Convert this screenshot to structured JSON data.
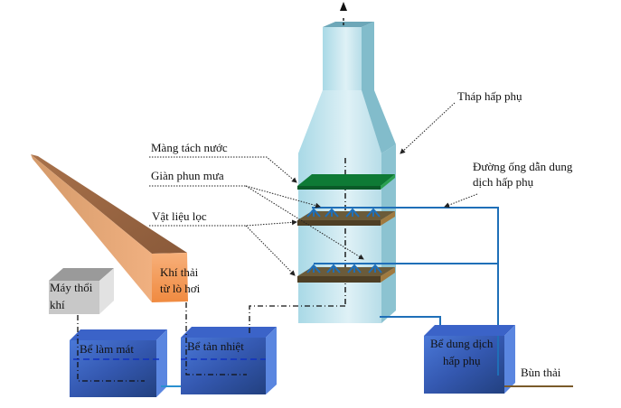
{
  "labels": {
    "absorption_tower": "Tháp hấp phụ",
    "mist_eliminator": "Màng tách nước",
    "spray_rack": "Giàn phun mưa",
    "filter_media": "Vật liệu lọc",
    "solution_pipe_line1": "Đường ống dẫn dung",
    "solution_pipe_line2": "dịch hấp phụ",
    "flue_gas_line1": "Khí thải",
    "flue_gas_line2": "từ lò hơi",
    "blower_line1": "Máy thổi",
    "blower_line2": "khí",
    "cooling_tank": "Bể làm mát",
    "heat_tank": "Bể tản nhiệt",
    "solution_tank_line1": "Bể dung dịch",
    "solution_tank_line2": "hấp phụ",
    "sludge": "Bùn thải"
  },
  "colors": {
    "tower": "#bfe3ec",
    "tower_side": "#7fb9c9",
    "mist_layer": "#1f8a3d",
    "filter_layer": "#6b5a3a",
    "pipe": "#1f6fb8",
    "tank": "#3a63c4",
    "duct": "#c98a5a",
    "duct_end": "#f5a66a",
    "blower": "#c8c8c8",
    "sludge_line": "#7a5a2a"
  }
}
